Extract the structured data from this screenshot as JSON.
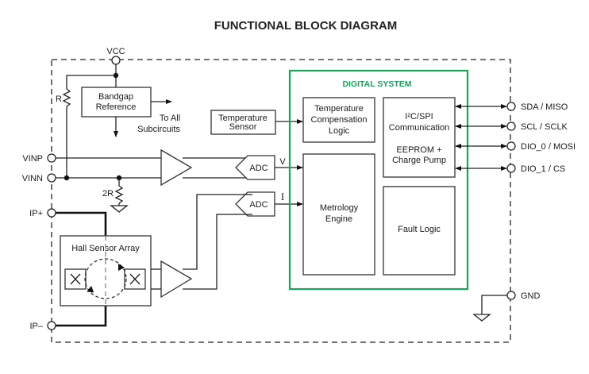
{
  "title": "FUNCTIONAL BLOCK DIAGRAM",
  "pins": {
    "vcc": "VCC",
    "vinp": "VINP",
    "vinn": "VINN",
    "ip_plus": "IP+",
    "ip_minus": "IP–",
    "sda": "SDA / MISO",
    "scl": "SCL / SCLK",
    "dio0": "DIO_0 / MOSI",
    "dio1": "DIO_1 / CS",
    "gnd": "GND"
  },
  "resistors": {
    "r": "R",
    "r2": "2R"
  },
  "blocks": {
    "bandgap": [
      "Bandgap",
      "Reference"
    ],
    "to_all": [
      "To All",
      "Subcircuits"
    ],
    "temp_sensor": [
      "Temperature",
      "Sensor"
    ],
    "adc_v": "ADC",
    "adc_i": "ADC",
    "v_label": "V",
    "i_label": "I",
    "hall": "Hall Sensor Array",
    "digital_system": "DIGITAL SYSTEM",
    "temp_comp": [
      "Temperature",
      "Compensation",
      "Logic"
    ],
    "comm": [
      "I²C/SPI",
      "Communication"
    ],
    "eeprom": [
      "EEPROM +",
      "Charge Pump"
    ],
    "metrology": [
      "Metrology",
      "Engine"
    ],
    "fault": "Fault Logic"
  },
  "colors": {
    "digital_border": "#1aa55a"
  }
}
